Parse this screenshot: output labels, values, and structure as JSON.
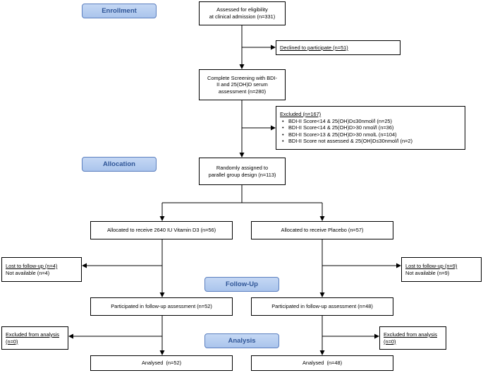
{
  "stages": {
    "enrollment": "Enrollment",
    "allocation": "Allocation",
    "follow_up": "Follow-Up",
    "analysis": "Analysis"
  },
  "assessed": [
    "Assessed for eligibility",
    "at clinical admission (n=331)"
  ],
  "declined": "Declined to participate (n=51)",
  "screening": [
    "Complete Screening with BDI-",
    "II and 25(OH)D serum",
    "assessment (n=280)"
  ],
  "excluded": {
    "title": "Excluded (n=167)",
    "items": [
      "BDI-II Score<14 & 25(OH)D≤30nmol/l (n=25)",
      "BDI-II Score<14 & 25(OH)D>30 nmol/l (n=36)",
      "BDI-II Score>13 & 25(OH)D>30 nmolL (n=104)",
      "BDI-II Score not assessed & 25(OH)D≤30nmol/l (n=2)"
    ]
  },
  "randomized": [
    "Randomly assigned to",
    "parallel group design (n=113)"
  ],
  "arms": {
    "vitamin": {
      "allocated": "Allocated to receive 2640 IU Vitamin D3 (n=56)",
      "lost_title": "Lost to follow-up (n=4)",
      "lost_detail": "Not available (n=4)",
      "followup": "Participated in follow-up assessment (n=52)",
      "excl_title": "Excluded from analysis",
      "excl_n": "(n=0)",
      "analysed": "Analysed  (n=52)"
    },
    "placebo": {
      "allocated": "Allocated to receive Placebo (n=57)",
      "lost_title": "Lost to follow-up (n=9)",
      "lost_detail": "Not available (n=9)",
      "followup": "Participated in follow-up assessment (n=48)",
      "excl_title": "Excluded from analysis",
      "excl_n": "(n=0)",
      "analysed": "Analysed  (n=48)"
    }
  },
  "colors": {
    "stage_fill": "#b8cff0",
    "stage_text": "#2f5597",
    "stage_border": "#5b7fbf"
  }
}
